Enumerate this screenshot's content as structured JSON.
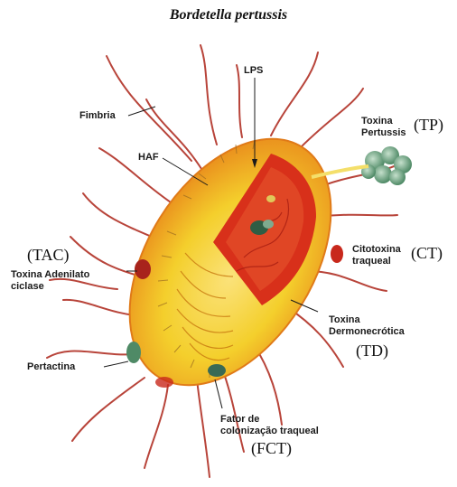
{
  "title": "Bordetella pertussis",
  "labels": {
    "lps": "LPS",
    "fimbria": "Fimbria",
    "haf": "HAF",
    "tp_line1": "Toxina",
    "tp_line2": "Pertussis",
    "tp_abbr": "(TP)",
    "ct_line1": "Citotoxina",
    "ct_line2": "traqueal",
    "ct_abbr": "(CT)",
    "tac_abbr": "(TAC)",
    "tac_line1": "Toxina Adenilato",
    "tac_line2": "ciclase",
    "td_line1": "Toxina",
    "td_line2": "Dermonecrótica",
    "td_abbr": "(TD)",
    "pertactina": "Pertactina",
    "fct_line1": "Fator de",
    "fct_line2": "colonização traqueal",
    "fct_abbr": "(FCT)"
  },
  "colors": {
    "body_yellow": "#f4cf2c",
    "body_orange": "#e98a1c",
    "interior_red": "#d8301a",
    "flagella": "#b8443a",
    "toxin_green": "#7fae8c",
    "tracheal_red": "#c8281c",
    "adenylate_red": "#a8241c"
  }
}
